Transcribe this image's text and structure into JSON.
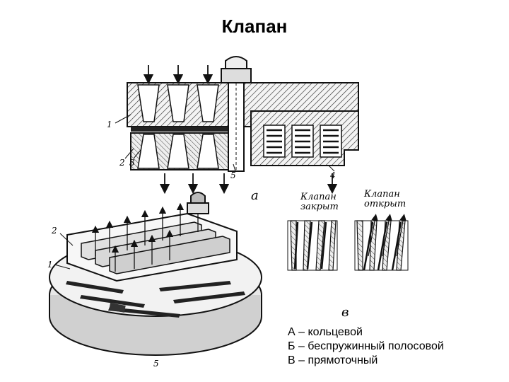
{
  "title": "Клапан",
  "figure": {
    "part_labels": {
      "a": "а",
      "v": "в",
      "n1": "1",
      "n2": "2",
      "n3": "3",
      "n4": "4",
      "n5": "5"
    },
    "state_labels": {
      "closed_line1": "Клапан",
      "closed_line2": "закрыт",
      "open_line1": "Клапан",
      "open_line2": "открыт"
    }
  },
  "legend": [
    "А – кольцевой",
    "Б – беспружинный полосовой",
    "В – прямоточный"
  ]
}
